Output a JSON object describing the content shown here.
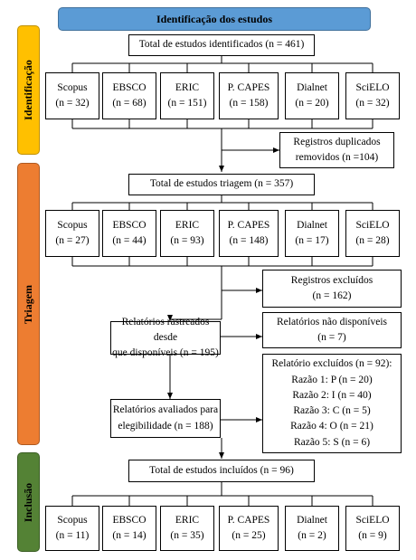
{
  "title": "Identificação dos estudos",
  "phases": {
    "identificacao": "Identificação",
    "triagem": "Triagem",
    "inclusao": "Inclusão"
  },
  "identification": {
    "total": "Total de estudos identificados (n = 461)",
    "sources": [
      {
        "name": "Scopus",
        "n": "(n = 32)"
      },
      {
        "name": "EBSCO",
        "n": "(n = 68)"
      },
      {
        "name": "ERIC",
        "n": "(n = 151)"
      },
      {
        "name": "P. CAPES",
        "n": "(n = 158)"
      },
      {
        "name": "Dialnet",
        "n": "(n = 20)"
      },
      {
        "name": "SciELO",
        "n": "(n = 32)"
      }
    ],
    "duplicates": [
      "Registros duplicados",
      "removidos (n =104)"
    ]
  },
  "screening": {
    "total": "Total de estudos triagem (n = 357)",
    "sources": [
      {
        "name": "Scopus",
        "n": "(n = 27)"
      },
      {
        "name": "EBSCO",
        "n": "(n = 44)"
      },
      {
        "name": "ERIC",
        "n": "(n = 93)"
      },
      {
        "name": "P. CAPES",
        "n": "(n = 148)"
      },
      {
        "name": "Dialnet",
        "n": "(n = 17)"
      },
      {
        "name": "SciELO",
        "n": "(n = 28)"
      }
    ],
    "excluded": [
      "Registros excluídos",
      "(n = 162)"
    ],
    "retrieved": [
      "Relatórios rastreados desde",
      "que disponíveis (n = 195)"
    ],
    "not_available": [
      "Relatórios não disponíveis",
      "(n = 7)"
    ],
    "assessed": [
      "Relatórios avaliados para",
      "elegibilidade (n = 188)"
    ],
    "reports_excluded": [
      "Relatório excluídos (n = 92):",
      "Razão 1: P (n = 20)",
      "Razão 2: I (n = 40)",
      "Razão 3: C (n = 5)",
      "Razão 4: O (n = 21)",
      "Razão 5: S (n = 6)"
    ]
  },
  "inclusion": {
    "total": "Total de estudos incluídos (n = 96)",
    "sources": [
      {
        "name": "Scopus",
        "n": "(n = 11)"
      },
      {
        "name": "EBSCO",
        "n": "(n = 14)"
      },
      {
        "name": "ERIC",
        "n": "(n = 35)"
      },
      {
        "name": "P. CAPES",
        "n": "(n = 25)"
      },
      {
        "name": "Dialnet",
        "n": "(n = 2)"
      },
      {
        "name": "SciELO",
        "n": "(n = 9)"
      }
    ]
  }
}
